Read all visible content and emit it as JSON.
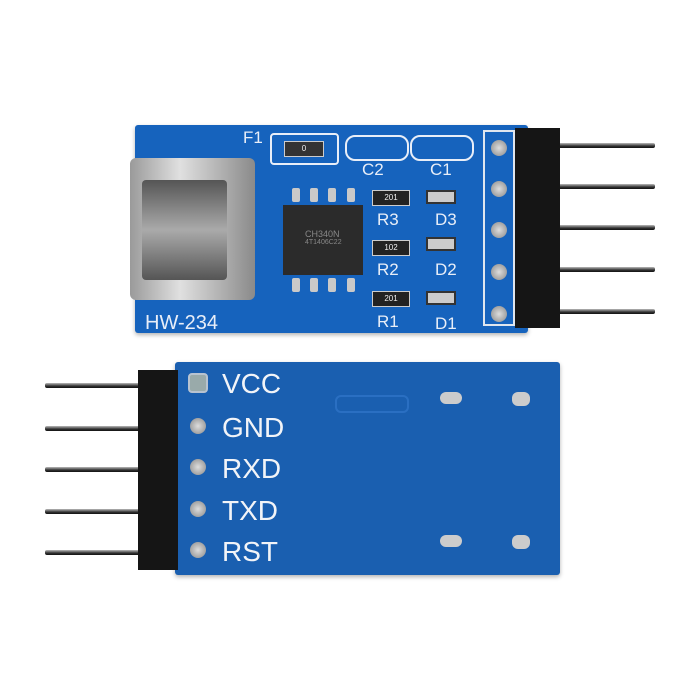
{
  "top_board": {
    "model": "HW-234",
    "labels": {
      "f1": "F1",
      "c2": "C2",
      "c1": "C1",
      "r3": "R3",
      "r2": "R2",
      "r1": "R1",
      "d3": "D3",
      "d2": "D2",
      "d1": "D1"
    },
    "fuse_marking": "0",
    "resistor_markings": {
      "r3": "201",
      "r2": "102",
      "r1": "201"
    },
    "chip_marking": "CH340N",
    "chip_batch": "4T1406C22"
  },
  "bottom_board": {
    "pins": [
      "VCC",
      "GND",
      "RXD",
      "TXD",
      "RST"
    ]
  },
  "colors": {
    "pcb": "#1663bd",
    "silkscreen": "#e8eef8",
    "header": "#151515"
  }
}
